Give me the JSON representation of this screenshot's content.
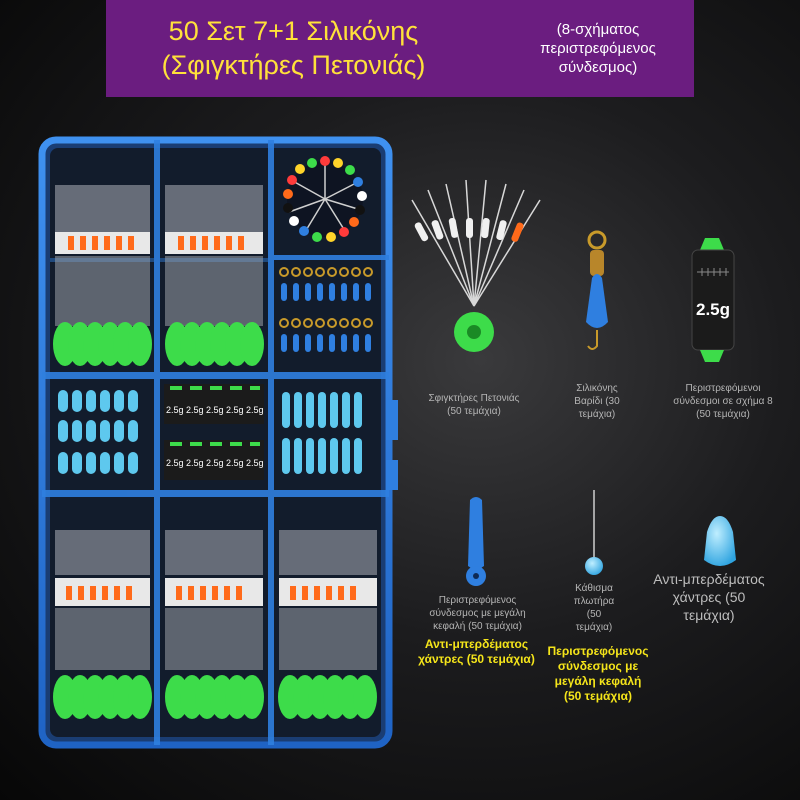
{
  "banner": {
    "title": "50 Σετ 7+1 Σιλικόνης\n(Σφιγκτήρες Πετονιάς)",
    "subtitle": "(8-σχήματος\nπεριστρεφόμενος\nσύνδεσμος)",
    "background": "#6b1d80",
    "title_color": "#ffe13a"
  },
  "weight_label": "2.5g",
  "captions": {
    "line_stoppers": "Σφιγκτήρες Πετονιάς\n(50 τεμάχια)",
    "silicone_weight": "Σιλικόνης\nΒαρίδι (30\nτεμάχια)",
    "figure8_swivel": "Περιστρεφόμενοι\nσύνδεσμοι σε σχήμα 8\n(50 τεμάχια)",
    "big_head_swivel": "Περιστρεφόμενος\nσύνδεσμος με μεγάλη\nκεφαλή (50 τεμάχια)",
    "anti_tangle_yellow": "Αντι-μπερδέματος\nχάντρες (50 τεμάχια)",
    "float_seat": "Κάθισμα\nπλωτήρα\n(50\nτεμάχια)",
    "big_head_yellow": "Περιστρεφόμενος\nσύνδεσμος με\nμεγάλη κεφαλή\n(50 τεμάχια)",
    "anti_tangle_large": "Αντι-μπερδέματος\nχάντρες (50\nτεμάχια)"
  },
  "colors": {
    "box_blue": "#2f7fe0",
    "silicone_green": "#3ddc4a",
    "silicone_blue": "#5ec8ee",
    "orange": "#ff6a1a",
    "yellow_text": "#f5e51a"
  }
}
